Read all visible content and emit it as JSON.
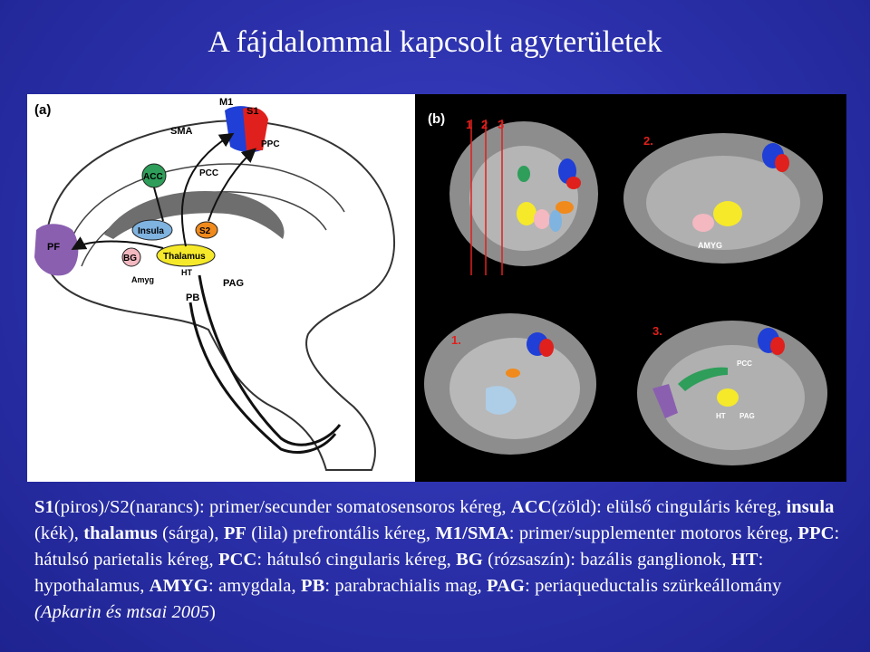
{
  "title": "A fájdalommal kapcsolt agyterületek",
  "panel_a": {
    "label": "(a)",
    "regions": {
      "m1": "M1",
      "s1": "S1",
      "sma": "SMA",
      "ppc": "PPC",
      "acc": "ACC",
      "pcc": "PCC",
      "pf": "PF",
      "insula": "Insula",
      "s2": "S2",
      "bg": "BG",
      "thalamus": "Thalamus",
      "amyg": "Amyg",
      "ht": "HT",
      "pag": "PAG",
      "pb": "PB"
    }
  },
  "panel_b": {
    "label": "(b)",
    "slice_numbers": [
      "1",
      "2",
      "3"
    ],
    "views": {
      "view2": "2.",
      "view1": "1.",
      "view3": "3.",
      "amyg": "AMYG",
      "pcc": "PCC",
      "ht": "HT",
      "pag": "PAG"
    }
  },
  "colors": {
    "background": "#2a2fa8",
    "s1": "#e0201c",
    "s2": "#f08a1c",
    "acc": "#2e9e5a",
    "insula": "#7fb3e0",
    "thalamus": "#f5e92a",
    "pf": "#8a5fb0",
    "m1_sma": "#1f3fd6",
    "bg": "#f3b8c0"
  },
  "caption": {
    "p1": "S1",
    "p2": "(piros)/S2(narancs): primer/secunder somatosensoros kéreg, ",
    "p3": "ACC",
    "p4": "(zöld): elülső cinguláris kéreg, ",
    "p5": "insula",
    "p6": " (kék), ",
    "p7": "thalamus",
    "p8": " (sárga), ",
    "p9": "PF",
    "p10": " (lila) prefrontális kéreg, ",
    "p11": "M1/SMA",
    "p12": ": primer/supplementer motoros kéreg, ",
    "p13": "PPC",
    "p14": ": hátulsó parietalis kéreg, ",
    "p15": "PCC",
    "p16": ": hátulsó cingularis kéreg, ",
    "p17": "BG",
    "p18": " (rózsaszín): bazális ganglionok, ",
    "p19": "HT",
    "p20": ": hypothalamus, ",
    "p21": "AMYG",
    "p22": ": amygdala, ",
    "p23": "PB",
    "p24": ": parabrachialis mag, ",
    "p25": "PAG",
    "p26": ": periaqueductalis szürkeállomány",
    "citation_italic": "(Apkarin és mtsai 2005",
    "citation_end": ")"
  }
}
